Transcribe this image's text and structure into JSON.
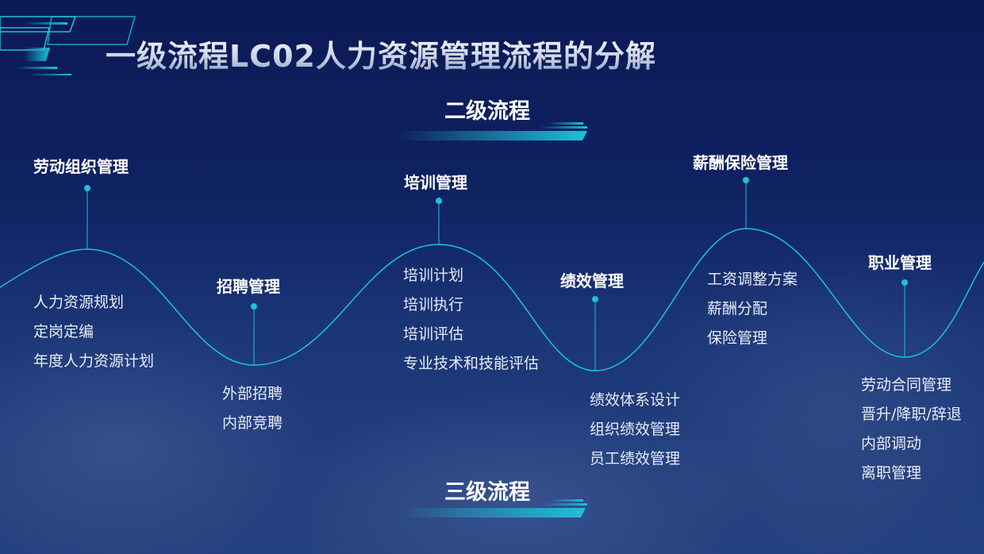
{
  "title": "一级流程LC02人力资源管理流程的分解",
  "level2_label": "二级流程",
  "level3_label": "三级流程",
  "colors": {
    "accent": "#1ec2d8",
    "background": "#0c1a55"
  },
  "processes": [
    {
      "name": "劳动组织管理",
      "items": [
        "人力资源规划",
        "定岗定编",
        "年度人力资源计划"
      ]
    },
    {
      "name": "招聘管理",
      "items": [
        "外部招聘",
        "内部竞聘"
      ]
    },
    {
      "name": "培训管理",
      "items": [
        "培训计划",
        "培训执行",
        "培训评估",
        "专业技术和技能评估"
      ]
    },
    {
      "name": "绩效管理",
      "items": [
        "绩效体系设计",
        "组织绩效管理",
        "员工绩效管理"
      ]
    },
    {
      "name": "薪酬保险管理",
      "items": [
        "工资调整方案",
        "薪酬分配",
        "保险管理"
      ]
    },
    {
      "name": "职业管理",
      "items": [
        "劳动合同管理",
        "晋升/降职/辞退",
        "内部调动",
        "离职管理"
      ]
    }
  ]
}
